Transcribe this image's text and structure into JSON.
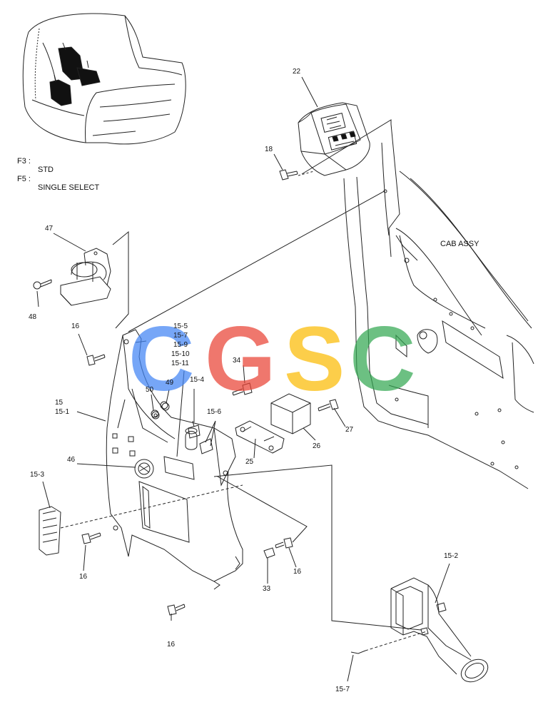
{
  "legend": {
    "f3_code": "F3 :",
    "f3_text": "STD",
    "f5_code": "F5 :",
    "f5_text": "SINGLE SELECT"
  },
  "cab_label": "CAB ASSY",
  "watermark": {
    "letters": [
      "C",
      "G",
      "S",
      "C"
    ],
    "colors": [
      "#4285F4",
      "#EA4335",
      "#FBBC05",
      "#34A853"
    ]
  },
  "callouts": {
    "p22": "22",
    "p18": "18",
    "p47": "47",
    "p48": "48",
    "p16_a": "16",
    "p15_5": "15-5",
    "p15_7a": "15-7",
    "p15_9": "15-9",
    "p15_10": "15-10",
    "p15_11": "15-11",
    "p34": "34",
    "p15_4": "15-4",
    "p50": "50",
    "p49": "49",
    "p15": "15",
    "p15_1": "15-1",
    "p15_6": "15-6",
    "p27": "27",
    "p26": "26",
    "p25": "25",
    "p46": "46",
    "p15_3": "15-3",
    "p16_b": "16",
    "p16_c": "16",
    "p33": "33",
    "p16_d": "16",
    "p15_2": "15-2",
    "p15_7b": "15-7"
  }
}
